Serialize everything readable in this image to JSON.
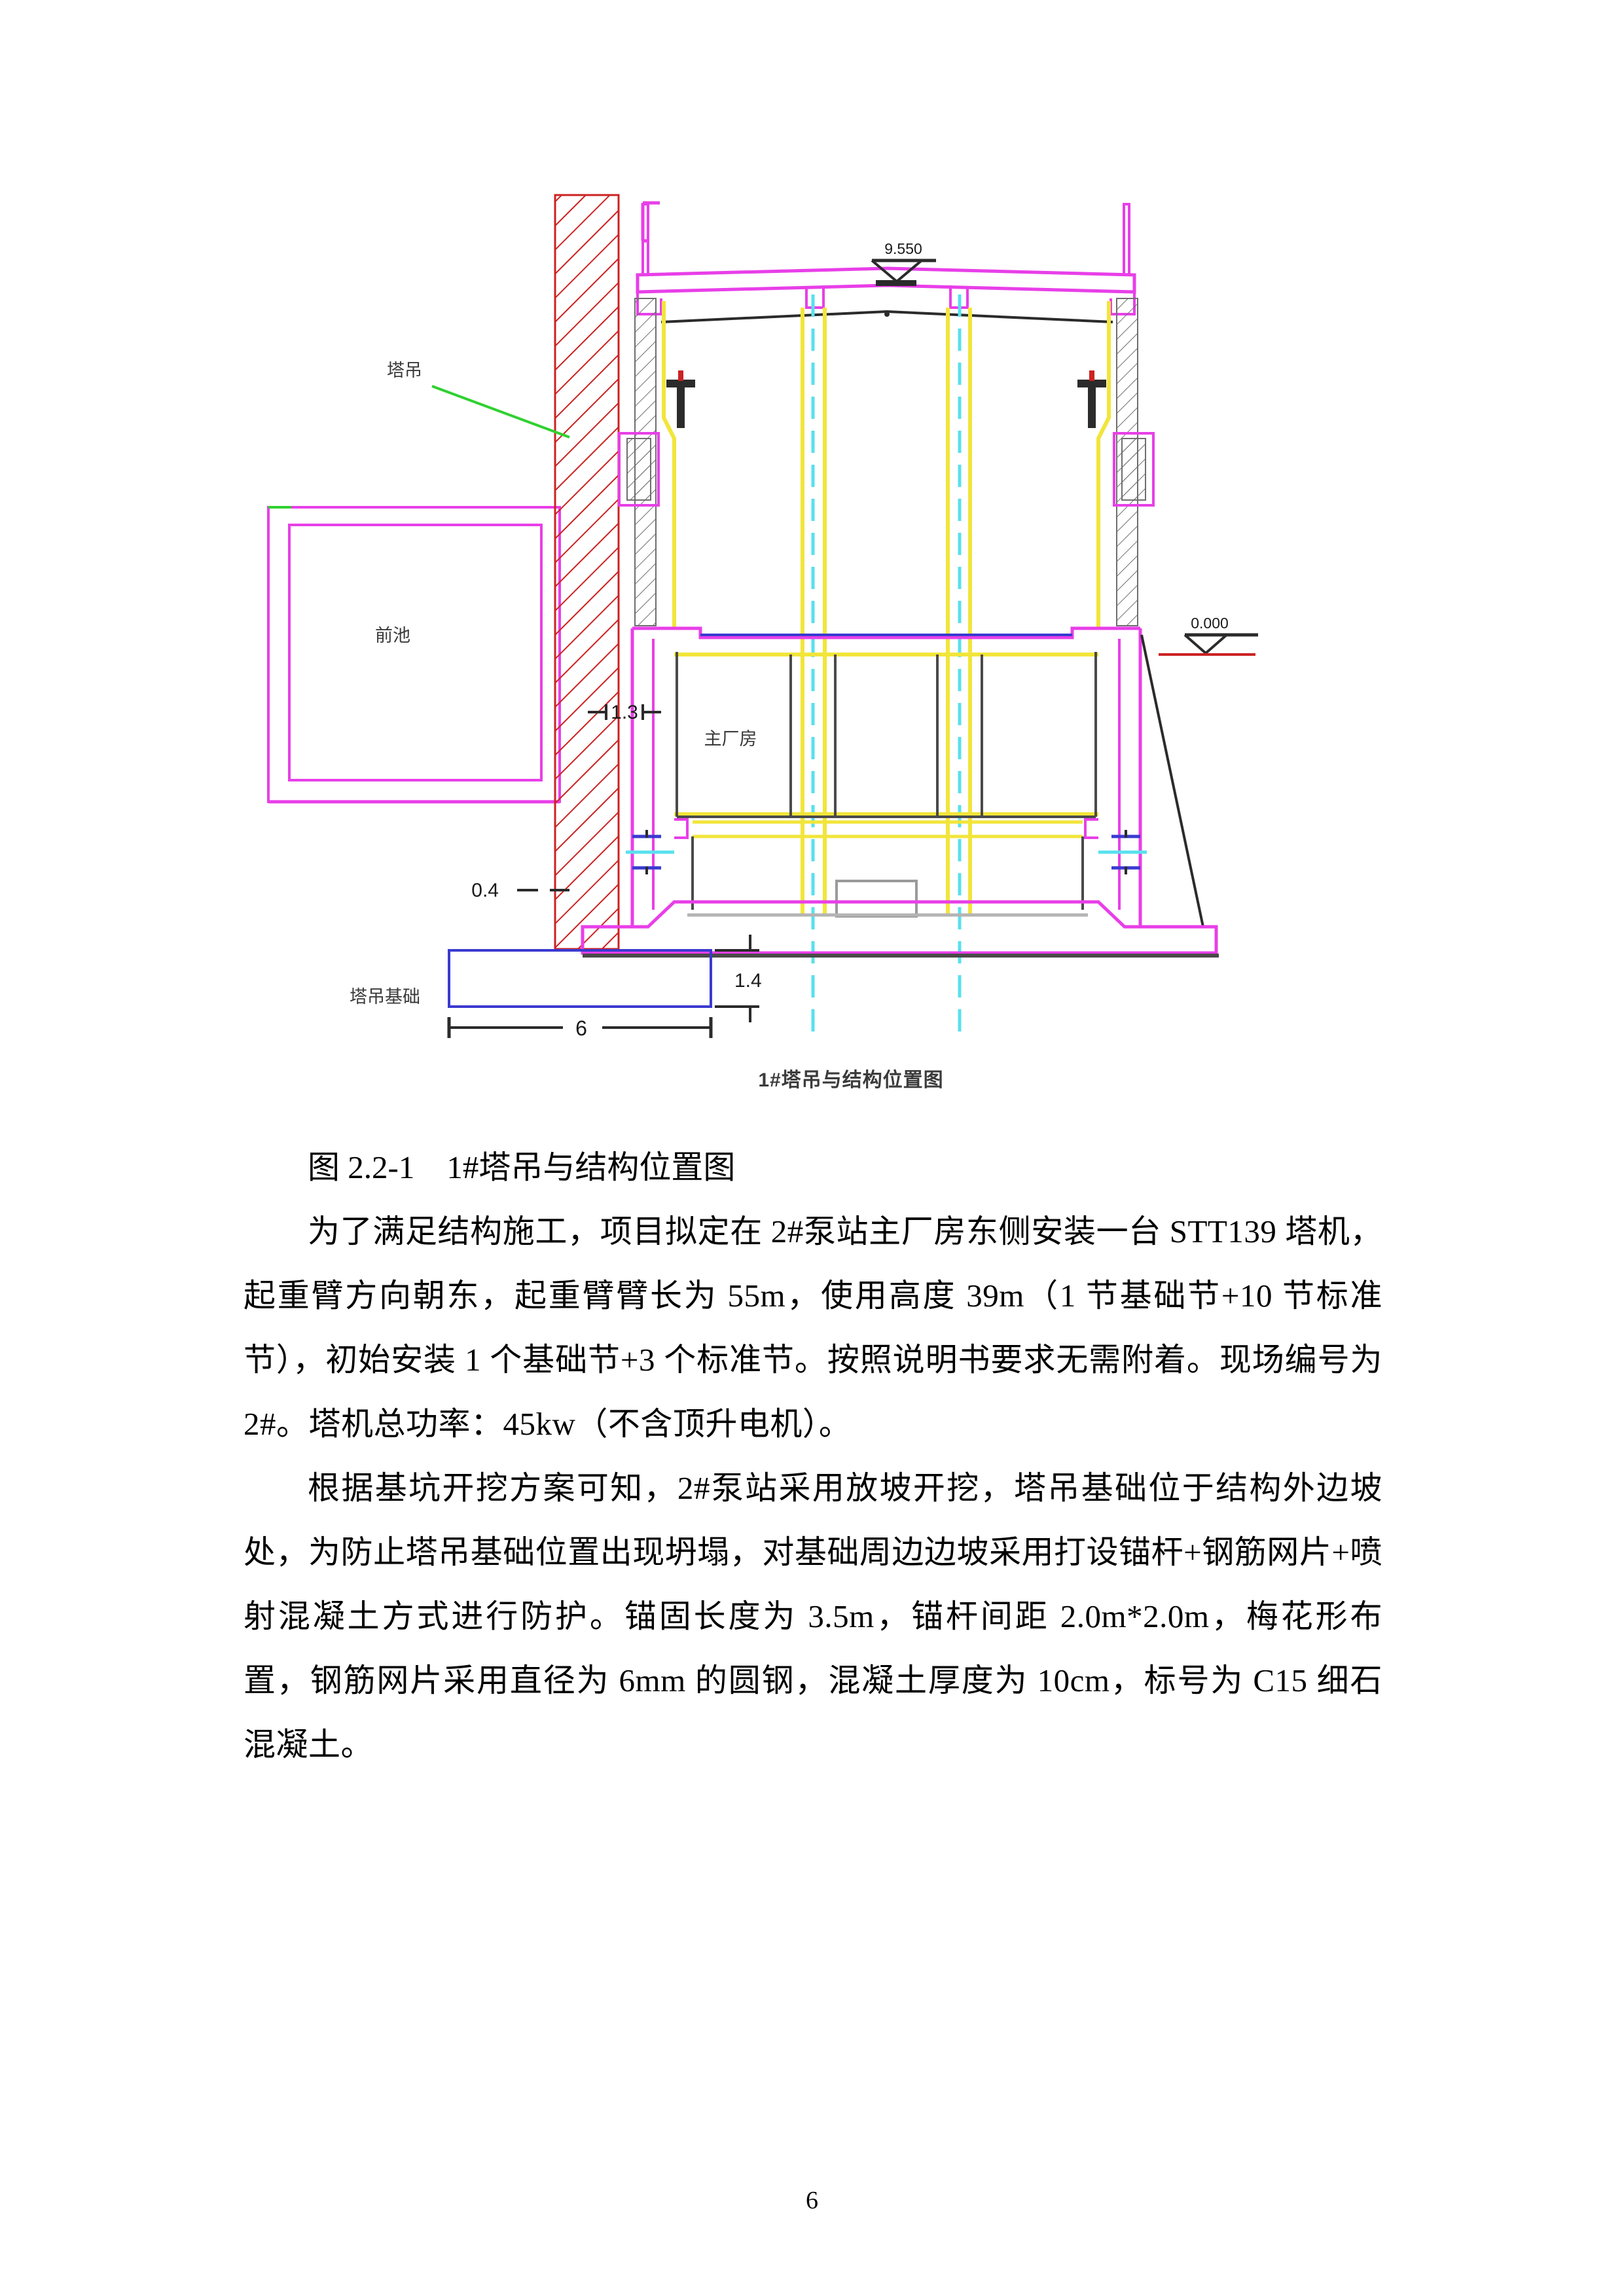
{
  "document": {
    "page_number": "6"
  },
  "figure": {
    "inner_caption": "1#塔吊与结构位置图",
    "caption_label": "图 2.2-1",
    "caption_title": "1#塔吊与结构位置图",
    "caption_full": "图 2.2-1　1#塔吊与结构位置图",
    "labels": {
      "tower_crane": "塔吊",
      "forebay": "前池",
      "main_plant": "主厂房",
      "crane_foundation": "塔吊基础"
    },
    "elevations": {
      "roof": "9.550",
      "ground": "0.000"
    },
    "dimensions": {
      "wall_to_plant": "1.3",
      "forebay_gap": "0.4",
      "foundation_height": "1.4",
      "foundation_width": "6"
    },
    "colors": {
      "hatch_red": "#cc2222",
      "magenta": "#e83fe8",
      "yellow": "#f2e53a",
      "cyan": "#59e0ee",
      "blue": "#3a3ad0",
      "green_leader": "#2fd12f",
      "gray": "#6e6e6e",
      "dark": "#2b2b2b"
    }
  },
  "body": {
    "paragraphs": [
      "为了满足结构施工，项目拟定在 2#泵站主厂房东侧安装一台 STT139 塔机，起重臂方向朝东，起重臂臂长为 55m，使用高度 39m（1 节基础节+10 节标准节），初始安装 1 个基础节+3 个标准节。按照说明书要求无需附着。现场编号为 2#。塔机总功率：45kw（不含顶升电机）。",
      "根据基坑开挖方案可知，2#泵站采用放坡开挖，塔吊基础位于结构外边坡处，为防止塔吊基础位置出现坍塌，对基础周边边坡采用打设锚杆+钢筋网片+喷射混凝土方式进行防护。锚固长度为 3.5m，锚杆间距 2.0m*2.0m，梅花形布置，钢筋网片采用直径为 6mm 的圆钢，混凝土厚度为 10cm，标号为 C15 细石混凝土。"
    ]
  }
}
